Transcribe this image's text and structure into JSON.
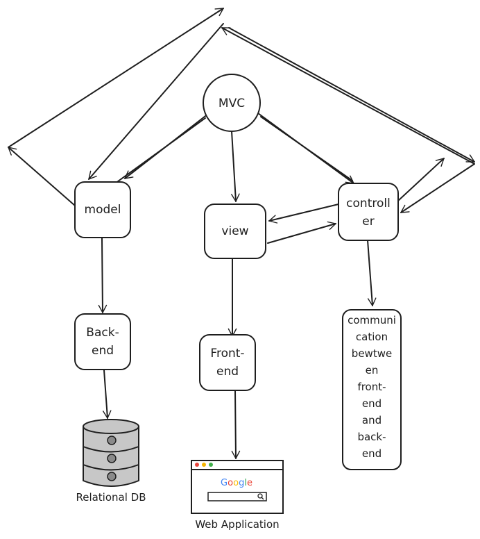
{
  "nodes": {
    "mvc": "MVC",
    "model": "model",
    "view": "view",
    "controller": [
      "controll",
      "er"
    ],
    "backend": [
      "Back-",
      "end"
    ],
    "frontend": [
      "Front-",
      "end"
    ],
    "communication": [
      "communi",
      "cation",
      "bewtwe",
      "en",
      "front-",
      "end",
      "and",
      "back-",
      "end"
    ]
  },
  "icons": {
    "database": {
      "caption": "Relational DB"
    },
    "browser": {
      "caption": "Web Application",
      "logo": "Google"
    }
  },
  "colors": {
    "stroke": "#1e1e1e",
    "db_fill": "#c7c7c7",
    "browser_red": "#e8453c",
    "browser_yellow": "#f4b400",
    "browser_green": "#3fae49",
    "google_blue": "#4285f4",
    "google_red": "#ea4335",
    "google_yellow": "#fbbc05",
    "google_green": "#34a853"
  }
}
